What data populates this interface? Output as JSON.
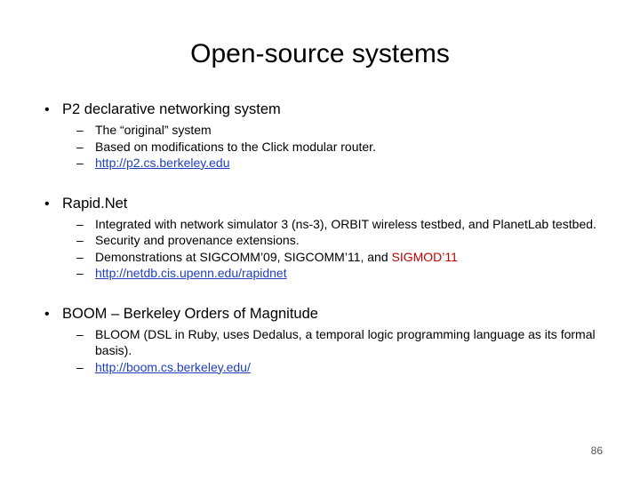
{
  "slide": {
    "title": "Open-source systems",
    "page_number": "86",
    "blocks": [
      {
        "heading": "P2 declarative networking system",
        "bullet_glyph": "•",
        "dash_glyph": "–",
        "items": [
          {
            "text": "The “original” system",
            "type": "plain"
          },
          {
            "text": "Based on modifications to the Click modular router.",
            "type": "plain"
          },
          {
            "text": "http://p2.cs.berkeley.edu",
            "type": "link"
          }
        ]
      },
      {
        "heading": "Rapid.Net",
        "bullet_glyph": "•",
        "dash_glyph": "–",
        "items": [
          {
            "text": "Integrated with network simulator 3 (ns-3), ORBIT wireless testbed, and PlanetLab testbed.",
            "type": "plain"
          },
          {
            "text": "Security and provenance extensions.",
            "type": "plain"
          },
          {
            "text": "Demonstrations at SIGCOMM’09, SIGCOMM’11, and ",
            "type": "mixed",
            "highlight": "SIGMOD’11",
            "highlight_color": "#c00000"
          },
          {
            "text": "http://netdb.cis.upenn.edu/rapidnet",
            "type": "link"
          }
        ]
      },
      {
        "heading": "BOOM – Berkeley Orders of Magnitude",
        "bullet_glyph": "•",
        "dash_glyph": "–",
        "items": [
          {
            "text": "BLOOM (DSL in Ruby, uses Dedalus, a temporal logic programming language as its formal basis).",
            "type": "plain"
          },
          {
            "text": "http://boom.cs.berkeley.edu/",
            "type": "link"
          }
        ]
      }
    ]
  }
}
